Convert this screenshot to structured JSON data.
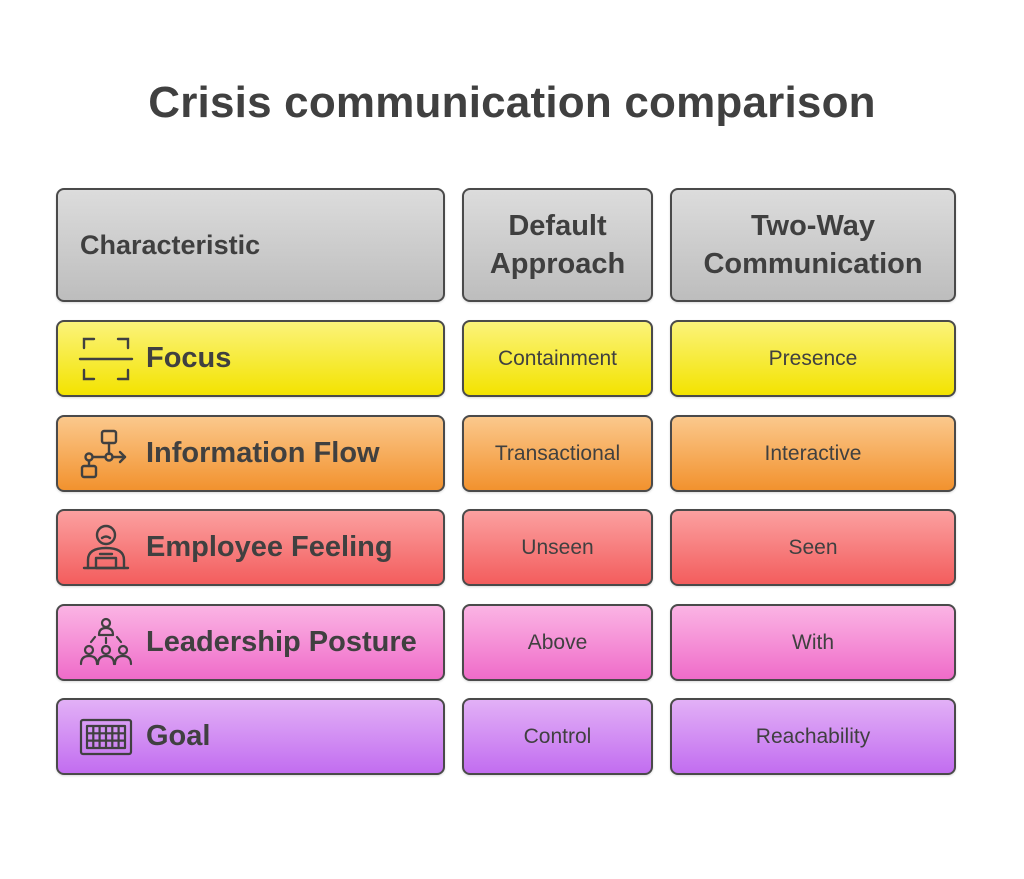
{
  "title": "Crisis communication comparison",
  "header": {
    "characteristic": "Characteristic",
    "default_line1": "Default",
    "default_line2": "Approach",
    "twoway_line1": "Two-Way",
    "twoway_line2": "Communication"
  },
  "rows": [
    {
      "label": "Focus",
      "icon": "focus-frame-icon",
      "default": "Containment",
      "twoway": "Presence",
      "color": "#f3e300"
    },
    {
      "label": "Information Flow",
      "icon": "flowchart-icon",
      "default": "Transactional",
      "twoway": "Interactive",
      "color": "#f2922e"
    },
    {
      "label": "Employee Feeling",
      "icon": "person-at-desk-icon",
      "default": "Unseen",
      "twoway": "Seen",
      "color": "#f35d5d"
    },
    {
      "label": "Leadership Posture",
      "icon": "leader-with-team-icon",
      "default": "Above",
      "twoway": "With",
      "color": "#ef6cc9"
    },
    {
      "label": "Goal",
      "icon": "goal-net-icon",
      "default": "Control",
      "twoway": "Reachability",
      "color": "#c26df0"
    }
  ]
}
